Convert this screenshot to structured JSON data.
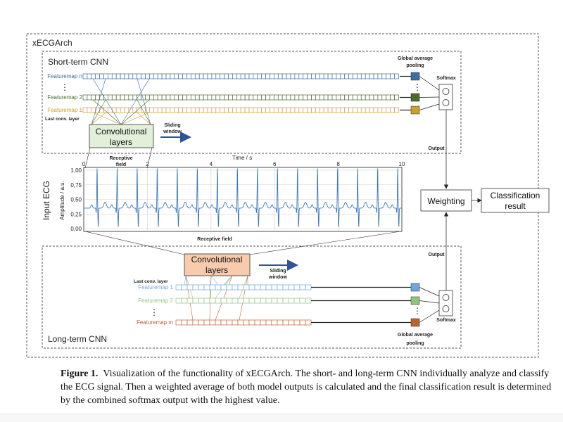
{
  "figure": {
    "outer_label": "xECGArch",
    "short_term": {
      "title": "Short-term CNN",
      "featuremaps": [
        "Featuremap n",
        "Featuremap 2",
        "Featuremap 1"
      ],
      "last_conv": "Last conv. layer",
      "conv_layers": [
        "Convolutional",
        "layers"
      ],
      "sliding": [
        "Sliding",
        "window"
      ],
      "receptive": [
        "Receptive",
        "field"
      ],
      "gap": [
        "Global average",
        "pooling"
      ],
      "softmax": "Softmax",
      "output": "Output",
      "colors": [
        "#3a6ea5",
        "#4a6b2a",
        "#c9a227"
      ]
    },
    "long_term": {
      "title": "Long-term CNN",
      "featuremaps": [
        "Featuremap 1",
        "Featuremap 2",
        "Featuremap m"
      ],
      "last_conv": "Last conv. layer",
      "conv_layers": [
        "Convolutional",
        "layers"
      ],
      "sliding": [
        "Sliding",
        "window"
      ],
      "gap": [
        "Global average",
        "pooling"
      ],
      "softmax": "Softmax",
      "output": "Output",
      "colors": [
        "#6fa8dc",
        "#93c47d",
        "#c0622f"
      ]
    },
    "ecg": {
      "side_label": "Input ECG",
      "ylabel": "Amplitude / a.u.",
      "xlabel": "Time / s",
      "xticks": [
        "0",
        "2",
        "4",
        "6",
        "8",
        "10"
      ],
      "yticks": [
        "1,00",
        "0,75",
        "0,50",
        "0,25",
        "0,00"
      ],
      "receptive_label": "Receptive field",
      "line_color": "#3a78b5"
    },
    "weighting": "Weighting",
    "classification": [
      "Classification",
      "result"
    ]
  },
  "chart_data": {
    "type": "line",
    "xlabel": "Time / s",
    "ylabel": "Amplitude / a.u.",
    "xlim": [
      0,
      10
    ],
    "ylim": [
      0,
      1.0
    ],
    "beat_times": [
      0.42,
      1.05,
      1.68,
      2.31,
      2.94,
      3.57,
      4.2,
      4.83,
      5.46,
      6.09,
      6.72,
      7.35,
      7.98,
      8.61,
      9.24,
      9.87
    ],
    "baseline": 0.35,
    "r_peak": 0.97,
    "s_trough": 0.03
  },
  "caption": {
    "label": "Figure 1.",
    "text": "Visualization of the functionality of xECGArch. The short- and long-term CNN individually analyze and classify the ECG signal. Then a weighted average of both model outputs is calculated and the final classification result is determined by the combined softmax output with the highest value."
  }
}
